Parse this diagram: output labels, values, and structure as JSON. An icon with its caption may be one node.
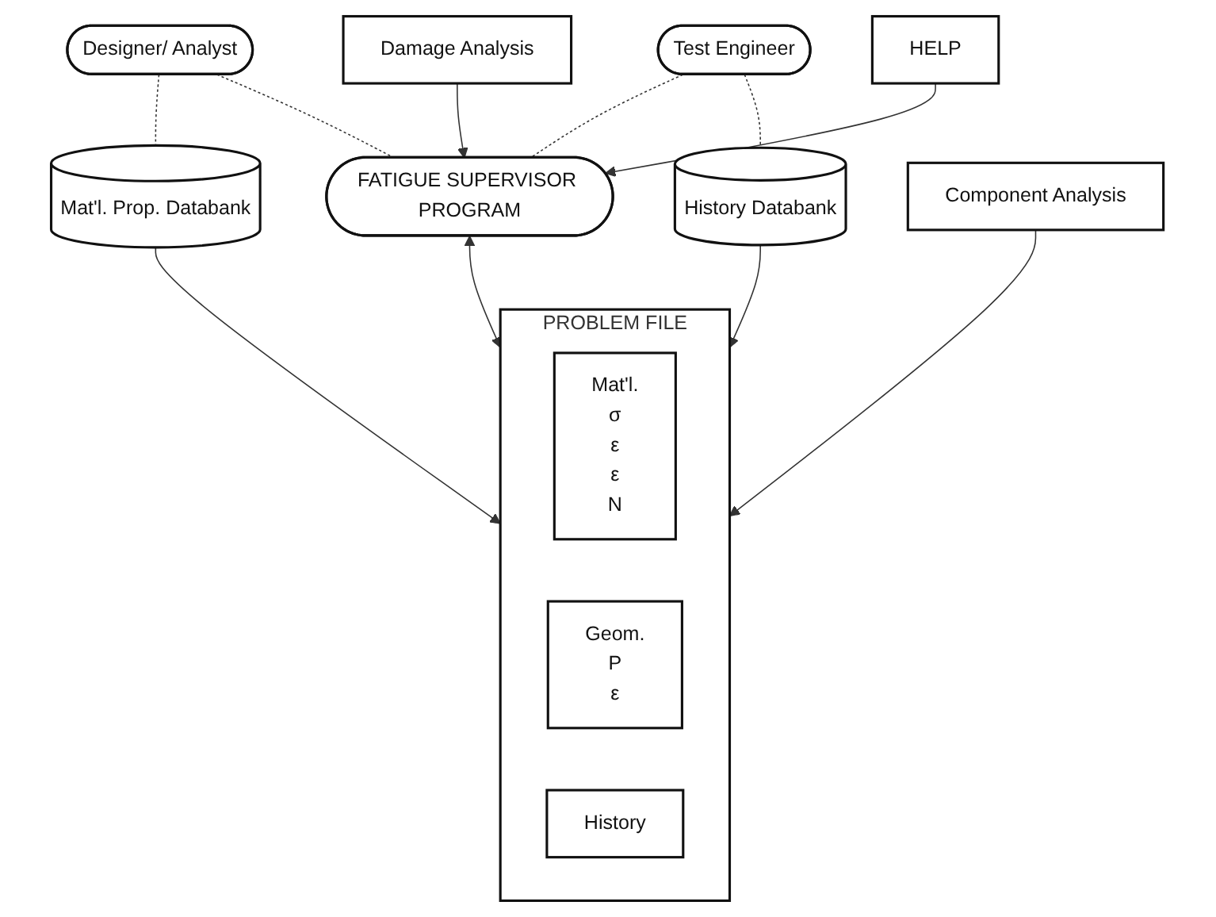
{
  "diagram": {
    "nodes": [
      {
        "text": [
          "Designer/ Analyst"
        ]
      },
      {
        "text": [
          "Test Engineer"
        ]
      },
      {
        "text": [
          "Mat'l. Prop. Databank"
        ]
      },
      {
        "text": [
          "Damage Analysis"
        ]
      },
      {
        "text": [
          "FATIGUE SUPERVISOR PROGRAM"
        ]
      },
      {
        "text": [
          "HELP"
        ]
      },
      {
        "text": [
          "History Databank"
        ]
      },
      {
        "text": [
          "PROBLEM FILE"
        ]
      },
      {
        "text": [
          "Mat'l.",
          "σ",
          "ε",
          "ε",
          "N"
        ],
        "in": 7
      },
      {
        "text": [
          "Geom.",
          "P",
          "ε"
        ],
        "in": 7
      },
      {
        "text": [
          "History"
        ],
        "in": 7
      },
      {
        "text": [
          "Component Analysis"
        ]
      }
    ],
    "edges": [
      {
        "from": 0,
        "to": 2,
        "arrow": "none",
        "style": "dashed"
      },
      {
        "from": 0,
        "to": 4,
        "arrow": "none",
        "style": "dashed"
      },
      {
        "from": 1,
        "to": 4,
        "arrow": "none",
        "style": "dashed"
      },
      {
        "from": 1,
        "to": 6,
        "arrow": "none",
        "style": "dashed"
      },
      {
        "from": 3,
        "to": 4,
        "arrow": "to"
      },
      {
        "from": 5,
        "to": 4,
        "arrow": "to"
      },
      {
        "from": 4,
        "to": 7,
        "arrow": "both"
      },
      {
        "from": 2,
        "to": 7,
        "arrow": "to"
      },
      {
        "from": 6,
        "to": 7,
        "arrow": "to"
      },
      {
        "from": 11,
        "to": 7,
        "arrow": "to"
      }
    ]
  }
}
